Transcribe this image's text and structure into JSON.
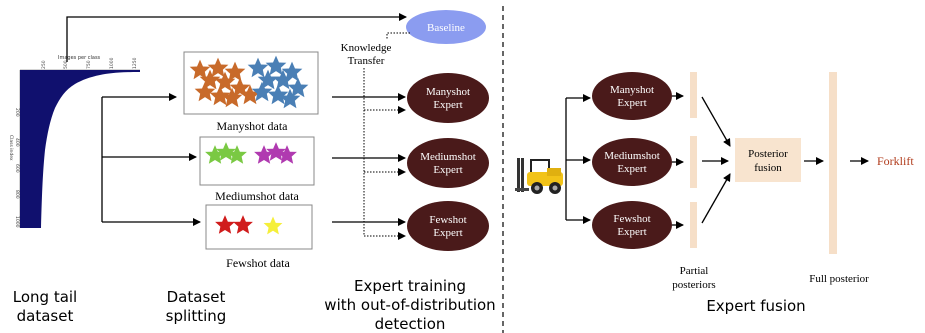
{
  "long_tail": {
    "chart_top_label": "Images per class",
    "top_ticks": [
      "250",
      "500",
      "750",
      "1000",
      "1250"
    ],
    "left_ticks": [
      "200",
      "400",
      "600",
      "800",
      "1000"
    ],
    "left_axis_label": "Class index",
    "caption_line1": "Long tail",
    "caption_line2": "dataset"
  },
  "baseline": {
    "label": "Baseline",
    "color": "#8b9cf0"
  },
  "knowledge_transfer": {
    "line1": "Knowledge",
    "line2": "Transfer"
  },
  "datasets": {
    "manyshot": {
      "label": "Manyshot data"
    },
    "mediumshot": {
      "label": "Mediumshot data"
    },
    "fewshot": {
      "label": "Fewshot data"
    },
    "caption_line1": "Dataset",
    "caption_line2": "splitting"
  },
  "experts_training": {
    "many": {
      "line1": "Manyshot",
      "line2": "Expert"
    },
    "medium": {
      "line1": "Mediumshot",
      "line2": "Expert"
    },
    "few": {
      "line1": "Fewshot",
      "line2": "Expert"
    },
    "caption_line1": "Expert training",
    "caption_line2": "with out-of-distribution",
    "caption_line3": "detection"
  },
  "experts_fusion": {
    "many": {
      "line1": "Manyshot",
      "line2": "Expert"
    },
    "medium": {
      "line1": "Mediumshot",
      "line2": "Expert"
    },
    "few": {
      "line1": "Fewshot",
      "line2": "Expert"
    }
  },
  "posterior_fusion": {
    "line1": "Posterior",
    "line2": "fusion"
  },
  "partial_posteriors": {
    "line1": "Partial",
    "line2": "posteriors"
  },
  "full_posterior": {
    "label": "Full posterior"
  },
  "output": {
    "label": "Forklift",
    "color": "#b03a1a"
  },
  "expert_fusion_caption": "Expert fusion",
  "colors": {
    "expert_fill": "#4a1a1a",
    "bar_fill": "#f6dfc8",
    "fusion_fill": "#f8e4cf",
    "histogram": "#10106e"
  }
}
